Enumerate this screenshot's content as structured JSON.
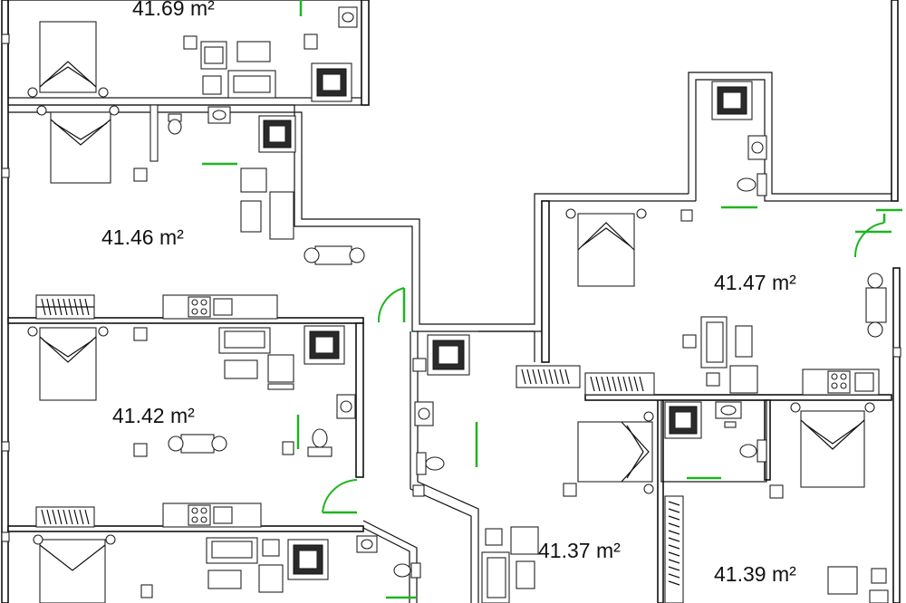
{
  "plan": {
    "units": [
      {
        "id": "unit-a",
        "area": "41.69 m²"
      },
      {
        "id": "unit-b",
        "area": "41.46 m²"
      },
      {
        "id": "unit-c",
        "area": "41.42 m²"
      },
      {
        "id": "unit-d",
        "area": "41.47 m²"
      },
      {
        "id": "unit-e",
        "area": "41.37 m²"
      },
      {
        "id": "unit-f",
        "area": "41.39 m²"
      }
    ],
    "colors": {
      "walls": "#111111",
      "doors": "#1fb51f",
      "background": "#ffffff",
      "shower": "#2a2a2a"
    },
    "icons": [
      "bed-icon",
      "sofa-icon",
      "armchair-icon",
      "dining-table-icon",
      "shower-icon",
      "toilet-icon",
      "sink-icon",
      "kitchen-counter-icon",
      "wardrobe-icon",
      "door-swing-icon"
    ]
  }
}
